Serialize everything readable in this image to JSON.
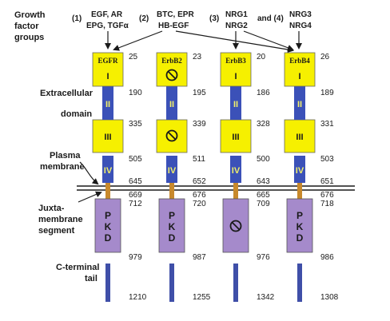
{
  "colors": {
    "domain_yellow": "#f6f000",
    "domain_blue": "#3b51b8",
    "kinase_purple": "#a58acb",
    "tail_blue": "#3f4fa8",
    "juxta_orange": "#c8892c"
  },
  "row_labels": {
    "growth_factor": [
      "Growth",
      "factor",
      "groups"
    ],
    "extracellular": "Extracellular",
    "domain": "domain",
    "plasma": [
      "Plasma",
      "membrane"
    ],
    "juxta": [
      "Juxta-",
      "membrane",
      "segment"
    ],
    "cterm": [
      "C-terminal",
      "tail"
    ]
  },
  "ligand_groups": [
    {
      "marker": "(1)",
      "lines": [
        "EGF, AR",
        "EPG, TGFα"
      ]
    },
    {
      "marker": "(2)",
      "lines": [
        "BTC, EPR",
        "HB-EGF"
      ]
    },
    {
      "marker": "(3)",
      "lines": [
        "NRG1",
        "NRG2"
      ]
    },
    {
      "connector": "and (4)",
      "lines": [
        "NRG3",
        "NRG4"
      ]
    }
  ],
  "domain_labels": {
    "I": "I",
    "II": "II",
    "III": "III",
    "IV": "IV",
    "kinase": [
      "P",
      "K",
      "D"
    ]
  },
  "receptors": [
    {
      "name": "EGFR",
      "i_num": "25",
      "ii_num": "190",
      "iii_num": "335",
      "iv_num": "505",
      "tm_top": "645",
      "tm_bot": "669",
      "k_top": "712",
      "k_bot": "979",
      "end": "1210",
      "i_blocked": false,
      "k_blocked": false
    },
    {
      "name": "ErbB2",
      "i_num": "23",
      "ii_num": "195",
      "iii_num": "339",
      "iv_num": "511",
      "tm_top": "652",
      "tm_bot": "676",
      "k_top": "720",
      "k_bot": "987",
      "end": "1255",
      "i_blocked": true,
      "iii_blocked": true,
      "k_blocked": false
    },
    {
      "name": "ErbB3",
      "i_num": "20",
      "ii_num": "186",
      "iii_num": "328",
      "iv_num": "500",
      "tm_top": "643",
      "tm_bot": "665",
      "k_top": "709",
      "k_bot": "976",
      "end": "1342",
      "i_blocked": false,
      "k_blocked": true
    },
    {
      "name": "ErbB4",
      "i_num": "26",
      "ii_num": "189",
      "iii_num": "331",
      "iv_num": "503",
      "tm_top": "651",
      "tm_bot": "676",
      "k_top": "718",
      "k_bot": "986",
      "end": "1308",
      "i_blocked": false,
      "k_blocked": false
    }
  ]
}
